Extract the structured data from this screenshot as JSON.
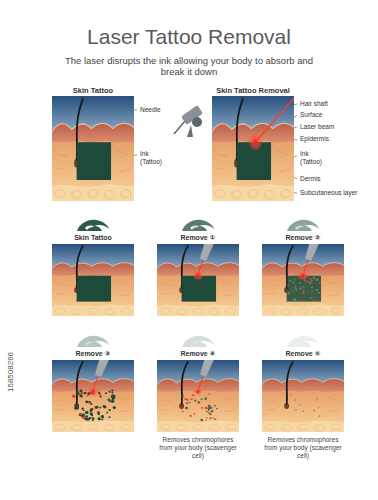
{
  "diagram": {
    "title": "Laser Tattoo Removal",
    "nodes": [
      {
        "text": [
          "Skin Tattoo"
        ]
      },
      {
        "text": [
          "Skin Tattoo Removal"
        ]
      },
      {
        "text": [
          "Skin Tattoo"
        ]
      },
      {
        "text": [
          "Remove ①"
        ]
      },
      {
        "text": [
          "Remove ②"
        ]
      },
      {
        "text": [
          "Remove ③"
        ]
      },
      {
        "text": [
          "Remove ④",
          "Removes chromophores from your body (scavenger cell)"
        ]
      },
      {
        "text": [
          "Remove ⑤",
          "Removes chromophores from your body (scavenger cell)"
        ]
      }
    ],
    "labels": [
      "The laser disrupts the ink allowing your body to absorb and break it down",
      "Needle",
      "Ink (Tattoo)",
      "Hair shaft",
      "Surface",
      "Laser beam",
      "Epidermis",
      "Ink (Tattoo)",
      "Dermis",
      "Subcutaneous layer",
      "158508266"
    ]
  }
}
